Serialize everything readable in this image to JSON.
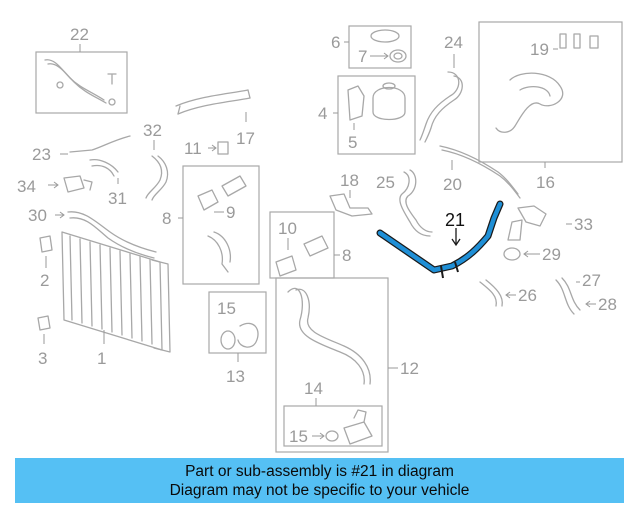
{
  "diagram": {
    "highlighted_part": "21",
    "highlight_color": "#1f8fd6",
    "part_color": "#a8a8a8",
    "labels": {
      "p1": "1",
      "p2": "2",
      "p3": "3",
      "p4": "4",
      "p5": "5",
      "p6": "6",
      "p7": "7",
      "p8a": "8",
      "p8b": "8",
      "p9": "9",
      "p10": "10",
      "p11": "11",
      "p12": "12",
      "p13": "13",
      "p14": "14",
      "p15a": "15",
      "p15b": "15",
      "p16": "16",
      "p17": "17",
      "p18": "18",
      "p19": "19",
      "p20": "20",
      "p21": "21",
      "p22": "22",
      "p23": "23",
      "p24": "24",
      "p25": "25",
      "p26": "26",
      "p27": "27",
      "p28": "28",
      "p29": "29",
      "p30": "30",
      "p31": "31",
      "p32": "32",
      "p33": "33",
      "p34": "34"
    }
  },
  "banner": {
    "line1": "Part or sub-assembly is #21 in diagram",
    "line2": "Diagram may not be specific to your vehicle",
    "background": "#55c0f4"
  }
}
